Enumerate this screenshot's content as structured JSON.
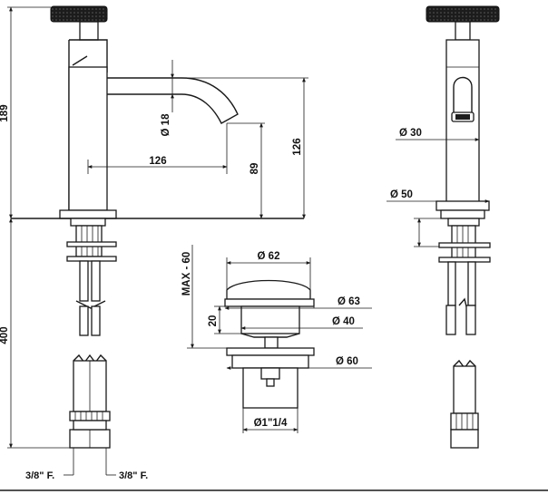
{
  "dimensions": {
    "overall_height": "189",
    "spout_diameter": "Ø 18",
    "spout_reach": "126",
    "spout_height": "126",
    "spout_outlet_height": "89",
    "body_diameter": "Ø 30",
    "base_diameter": "Ø 50",
    "below_deck_length": "400",
    "max_deck_thickness": "MAX - 60",
    "cap_diameter": "Ø 62",
    "flange_diameter": "Ø 63",
    "waste_body_diameter": "Ø 40",
    "locknut_diameter": "Ø 60",
    "flange_height": "20",
    "waste_thread": "Ø1\"1/4",
    "hose_connection_left": "3/8\" F.",
    "hose_connection_right": "3/8\" F."
  }
}
